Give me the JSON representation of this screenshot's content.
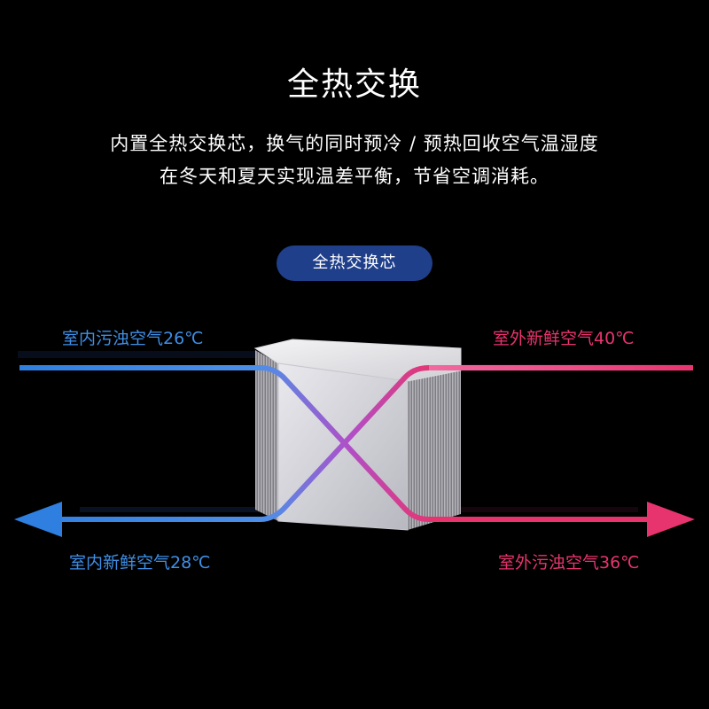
{
  "title": "全热交换",
  "description": {
    "line1": "内置全热交换芯，换气的同时预冷 / 预热回收空气温湿度",
    "line2": "在冬天和夏天实现温差平衡，节省空调消耗。"
  },
  "core_label": "全热交换芯",
  "flows": {
    "indoor_stale": "室内污浊空气26℃",
    "outdoor_fresh": "室外新鲜空气40℃",
    "indoor_fresh": "室内新鲜空气28℃",
    "outdoor_stale": "室外污浊空气36℃"
  },
  "colors": {
    "background": "#000000",
    "blue_flow": "#2f7fe0",
    "pink_flow": "#e8346e",
    "pill": "#1f3f8a"
  }
}
